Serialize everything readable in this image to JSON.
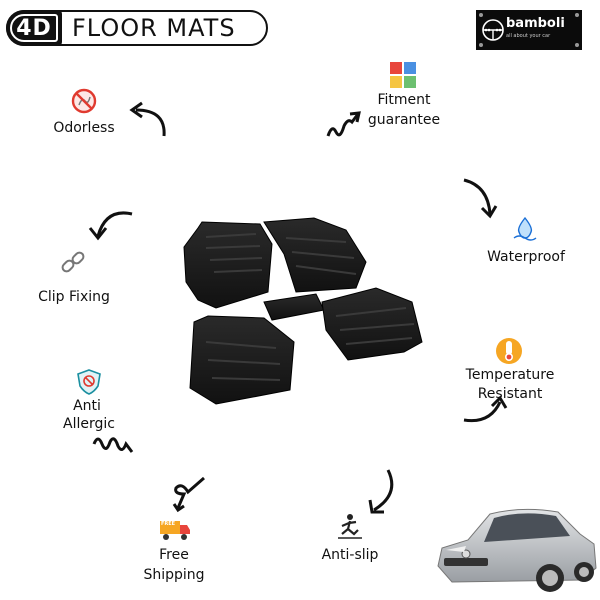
{
  "header": {
    "badge": "4D",
    "title": "FLOOR MATS"
  },
  "brand": {
    "name": "bamboli",
    "tagline": "all about your car"
  },
  "features": {
    "odorless": "Odorless",
    "fitment_line1": "Fitment",
    "fitment_line2": "guarantee",
    "waterproof": "Waterproof",
    "clip": "Clip Fixing",
    "temp_line1": "Temperature",
    "temp_line2": "Resistant",
    "anti_line1": "Anti",
    "anti_line2": "Allergic",
    "shipping_line1": "Free",
    "shipping_line2": "Shipping",
    "shipping_badge": "FREE",
    "antislip": "Anti-slip"
  },
  "colors": {
    "accent": "#1a6fd6",
    "brand_bg": "#0b0b0b",
    "mat": "#1b1b1b"
  }
}
